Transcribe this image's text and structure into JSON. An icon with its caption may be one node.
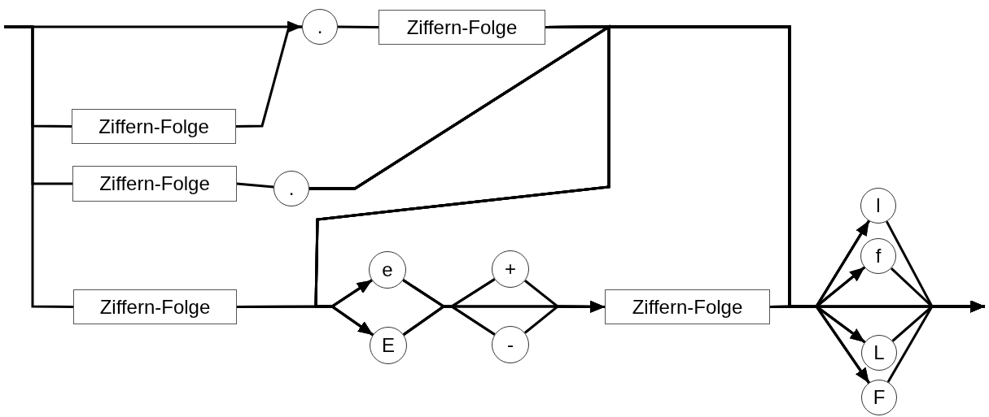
{
  "diagram": {
    "nodes": [
      {
        "text": [
          "."
        ]
      },
      {
        "text": [
          "Ziffern-Folge"
        ]
      },
      {
        "text": [
          "Ziffern-Folge"
        ]
      },
      {
        "text": [
          "Ziffern-Folge"
        ]
      },
      {
        "text": [
          "."
        ]
      },
      {
        "text": [
          "Ziffern-Folge"
        ]
      },
      {
        "text": [
          "e"
        ]
      },
      {
        "text": [
          "E"
        ]
      },
      {
        "text": [
          "+"
        ]
      },
      {
        "text": [
          "-"
        ]
      },
      {
        "text": [
          "Ziffern-Folge"
        ]
      },
      {
        "text": [
          "l"
        ]
      },
      {
        "text": [
          "f"
        ]
      },
      {
        "text": [
          "L"
        ]
      },
      {
        "text": [
          "F"
        ]
      }
    ],
    "edges": [
      {
        "from": null,
        "to": 0,
        "arrow": "none"
      },
      {
        "from": null,
        "to": 2,
        "arrow": "none"
      },
      {
        "from": null,
        "to": 3,
        "arrow": "none"
      },
      {
        "from": null,
        "to": 5,
        "arrow": "none"
      },
      {
        "from": 2,
        "to": 0,
        "arrow": "to"
      },
      {
        "from": 0,
        "to": 1,
        "arrow": "none"
      },
      {
        "from": 3,
        "to": 4,
        "arrow": "none"
      },
      {
        "from": 1,
        "to": 6,
        "arrow": "to"
      },
      {
        "from": 1,
        "to": 7,
        "arrow": "to"
      },
      {
        "from": 4,
        "to": 6,
        "arrow": "to"
      },
      {
        "from": 4,
        "to": 7,
        "arrow": "to"
      },
      {
        "from": 1,
        "to": 11,
        "arrow": "to"
      },
      {
        "from": 1,
        "to": 12,
        "arrow": "to"
      },
      {
        "from": 1,
        "to": 13,
        "arrow": "to"
      },
      {
        "from": 1,
        "to": 14,
        "arrow": "to"
      },
      {
        "from": 1,
        "to": null,
        "arrow": "to"
      },
      {
        "from": 4,
        "to": 11,
        "arrow": "to"
      },
      {
        "from": 4,
        "to": 12,
        "arrow": "to"
      },
      {
        "from": 4,
        "to": 13,
        "arrow": "to"
      },
      {
        "from": 4,
        "to": 14,
        "arrow": "to"
      },
      {
        "from": 4,
        "to": null,
        "arrow": "to"
      },
      {
        "from": 5,
        "to": 6,
        "arrow": "none"
      },
      {
        "from": 5,
        "to": 7,
        "arrow": "none"
      },
      {
        "from": 6,
        "to": 8,
        "arrow": "none"
      },
      {
        "from": 6,
        "to": 9,
        "arrow": "none"
      },
      {
        "from": 6,
        "to": 10,
        "arrow": "to"
      },
      {
        "from": 7,
        "to": 8,
        "arrow": "none"
      },
      {
        "from": 7,
        "to": 9,
        "arrow": "none"
      },
      {
        "from": 7,
        "to": 10,
        "arrow": "to"
      },
      {
        "from": 8,
        "to": 10,
        "arrow": "to"
      },
      {
        "from": 9,
        "to": 10,
        "arrow": "to"
      },
      {
        "from": 10,
        "to": 11,
        "arrow": "none"
      },
      {
        "from": 10,
        "to": 12,
        "arrow": "none"
      },
      {
        "from": 10,
        "to": 13,
        "arrow": "none"
      },
      {
        "from": 10,
        "to": 14,
        "arrow": "none"
      },
      {
        "from": 10,
        "to": null,
        "arrow": "to"
      },
      {
        "from": 11,
        "to": null,
        "arrow": "to"
      },
      {
        "from": 12,
        "to": null,
        "arrow": "to"
      },
      {
        "from": 13,
        "to": null,
        "arrow": "to"
      },
      {
        "from": 14,
        "to": null,
        "arrow": "to"
      }
    ]
  }
}
